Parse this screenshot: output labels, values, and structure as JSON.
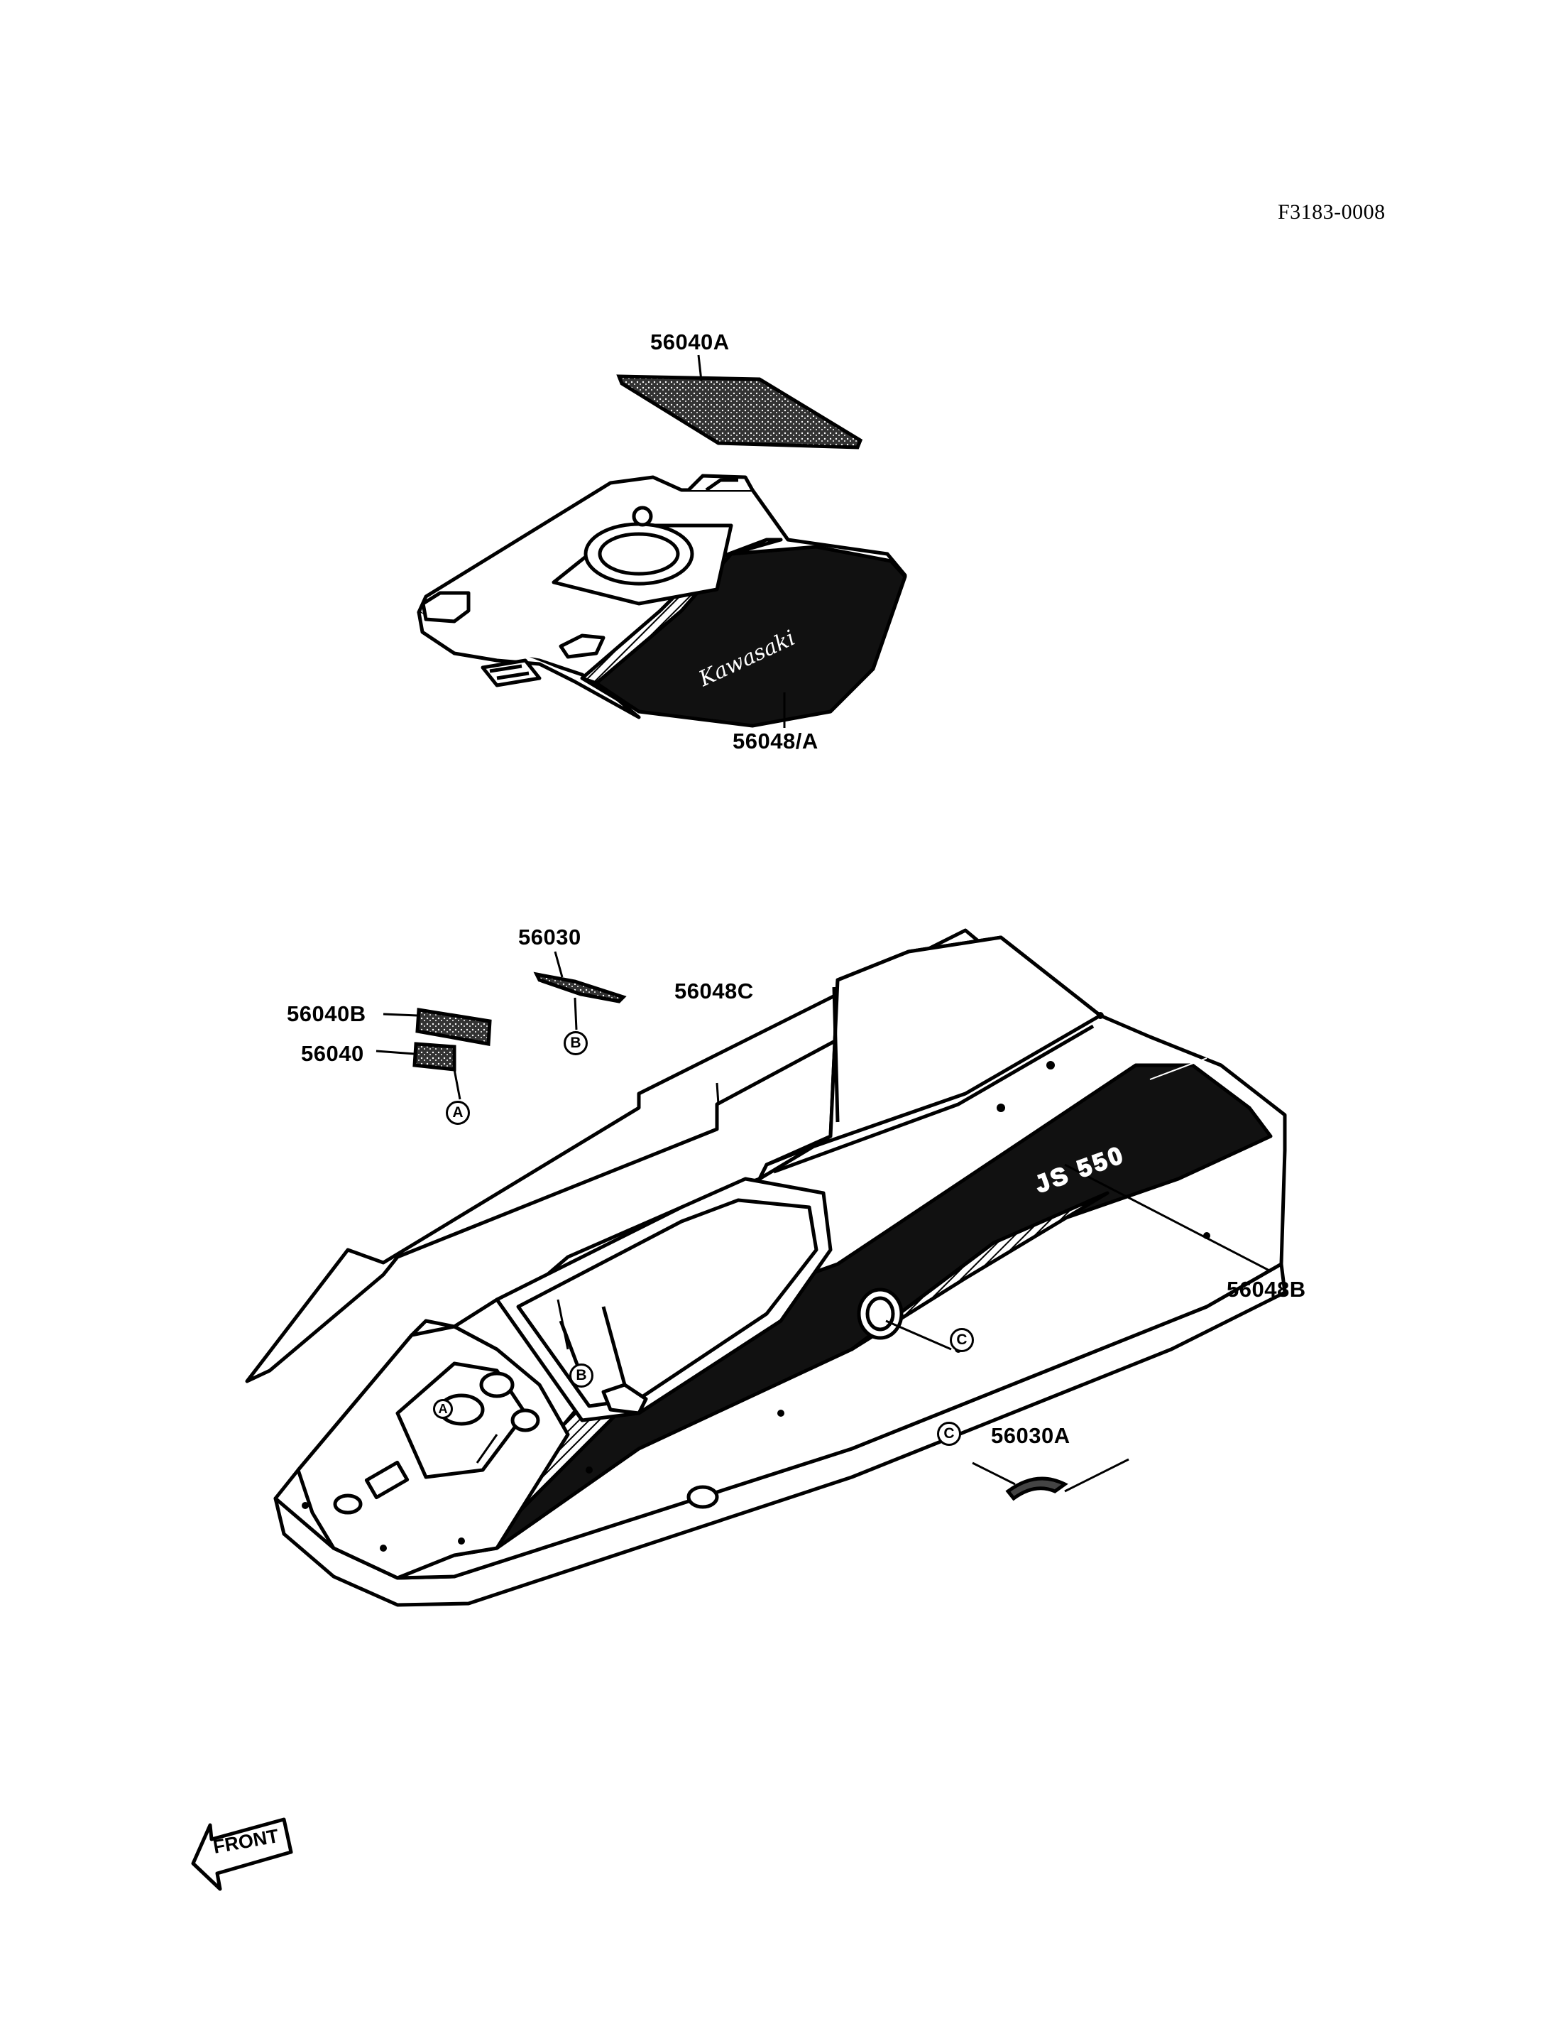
{
  "reference_number": "F3183-0008",
  "parts": {
    "decal_top": "56040A",
    "cover_decal": "56048/A",
    "label_56030": "56030",
    "stripe_56048c": "56048C",
    "label_56040b": "56040B",
    "label_56040": "56040",
    "hull_decal": "56048B",
    "label_56030a": "56030A"
  },
  "callouts": {
    "a": "A",
    "b": "B",
    "c": "C"
  },
  "brand_logo": "Kawasaki",
  "model_decal": "JS 550",
  "front_indicator": "FRONT"
}
